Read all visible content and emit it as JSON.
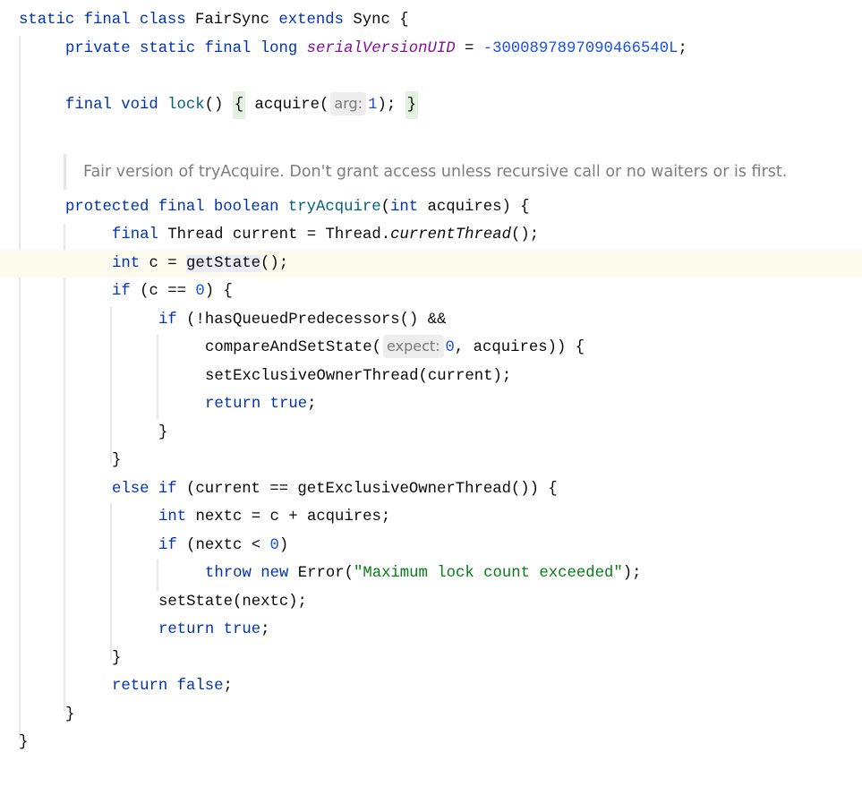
{
  "editor": {
    "language": "Java",
    "colors": {
      "keyword": "#0033b3",
      "method": "#00627a",
      "number": "#1750eb",
      "string": "#067d17",
      "static_field": "#871094",
      "caret_line_bg": "#fcfaed",
      "brace_match_bg": "#e3f1e1",
      "reference_highlight_bg": "#ecebf8"
    },
    "doc_comment": "Fair version of tryAcquire. Don't grant access unless recursive call or no waiters or is first.",
    "lines": {
      "l1": {
        "kw1": "static final class",
        "name": "FairSync",
        "kw2": "extends",
        "rest": "Sync {"
      },
      "l2": {
        "kw": "private static final long",
        "field": "serialVersionUID",
        "eq": " = ",
        "value": "-3000897897090466540L",
        "end": ";"
      },
      "l3": {
        "kw": "final void",
        "fn": "lock",
        "p": "()",
        "ob": "{",
        "call": "acquire(",
        "hint": "arg:",
        "arg": "1",
        "close": ");",
        "cb": "}"
      },
      "l4": {
        "kw": "protected final boolean",
        "fn": "tryAcquire",
        "open": "(",
        "kw2": "int",
        "rest": "acquires) {"
      },
      "l5": {
        "kw": "final",
        "rest1": "Thread current = Thread.",
        "call": "currentThread",
        "rest2": "();"
      },
      "l6": {
        "kw": "int",
        "rest1": "c = ",
        "call": "getState",
        "rest2": "();"
      },
      "l7": {
        "kw": "if",
        "rest1": "(c == ",
        "num": "0",
        "rest2": ") {"
      },
      "l8": {
        "kw": "if",
        "rest": "(!hasQueuedPredecessors() &&"
      },
      "l9": {
        "call": "compareAndSetState(",
        "hint": "expect:",
        "num": "0",
        "rest": ", acquires)) {"
      },
      "l10": {
        "text": "setExclusiveOwnerThread(current);"
      },
      "l11": {
        "kw": "return true",
        "end": ";"
      },
      "l12": {
        "text": "}"
      },
      "l13": {
        "text": "}"
      },
      "l14": {
        "kw": "else if",
        "rest": "(current == getExclusiveOwnerThread()) {"
      },
      "l15": {
        "kw": "int",
        "rest": "nextc = c + acquires;"
      },
      "l16": {
        "kw": "if",
        "rest1": "(nextc < ",
        "num": "0",
        "rest2": ")"
      },
      "l17": {
        "kw": "throw new",
        "rest1": "Error(",
        "str": "\"Maximum lock count exceeded\"",
        "rest2": ");"
      },
      "l18": {
        "text": "setState(nextc);"
      },
      "l19": {
        "kw": "return true",
        "end": ";"
      },
      "l20": {
        "text": "}"
      },
      "l21": {
        "kw": "return false",
        "end": ";"
      },
      "l22": {
        "text": "}"
      },
      "l23": {
        "text": "}"
      }
    }
  }
}
